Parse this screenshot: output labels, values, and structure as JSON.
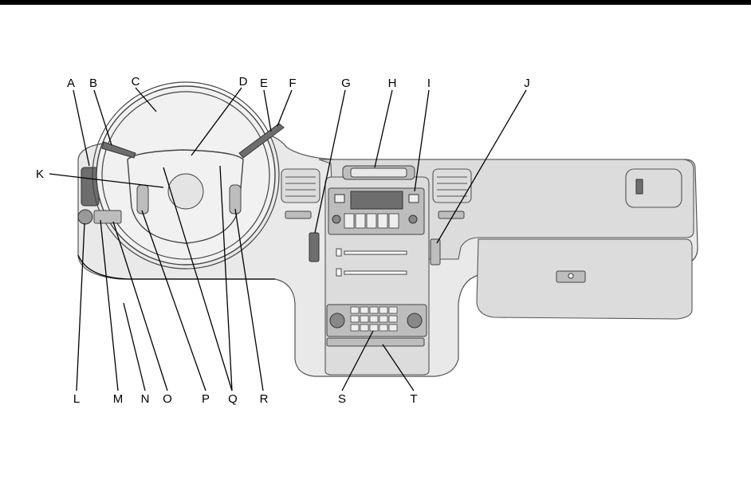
{
  "diagram": {
    "labels_top": [
      "A",
      "B",
      "C",
      "D",
      "E",
      "F",
      "G",
      "H",
      "I",
      "J"
    ],
    "label_left": "K",
    "labels_bottom": [
      "L",
      "M",
      "N",
      "O",
      "P",
      "Q",
      "R",
      "S",
      "T"
    ]
  }
}
